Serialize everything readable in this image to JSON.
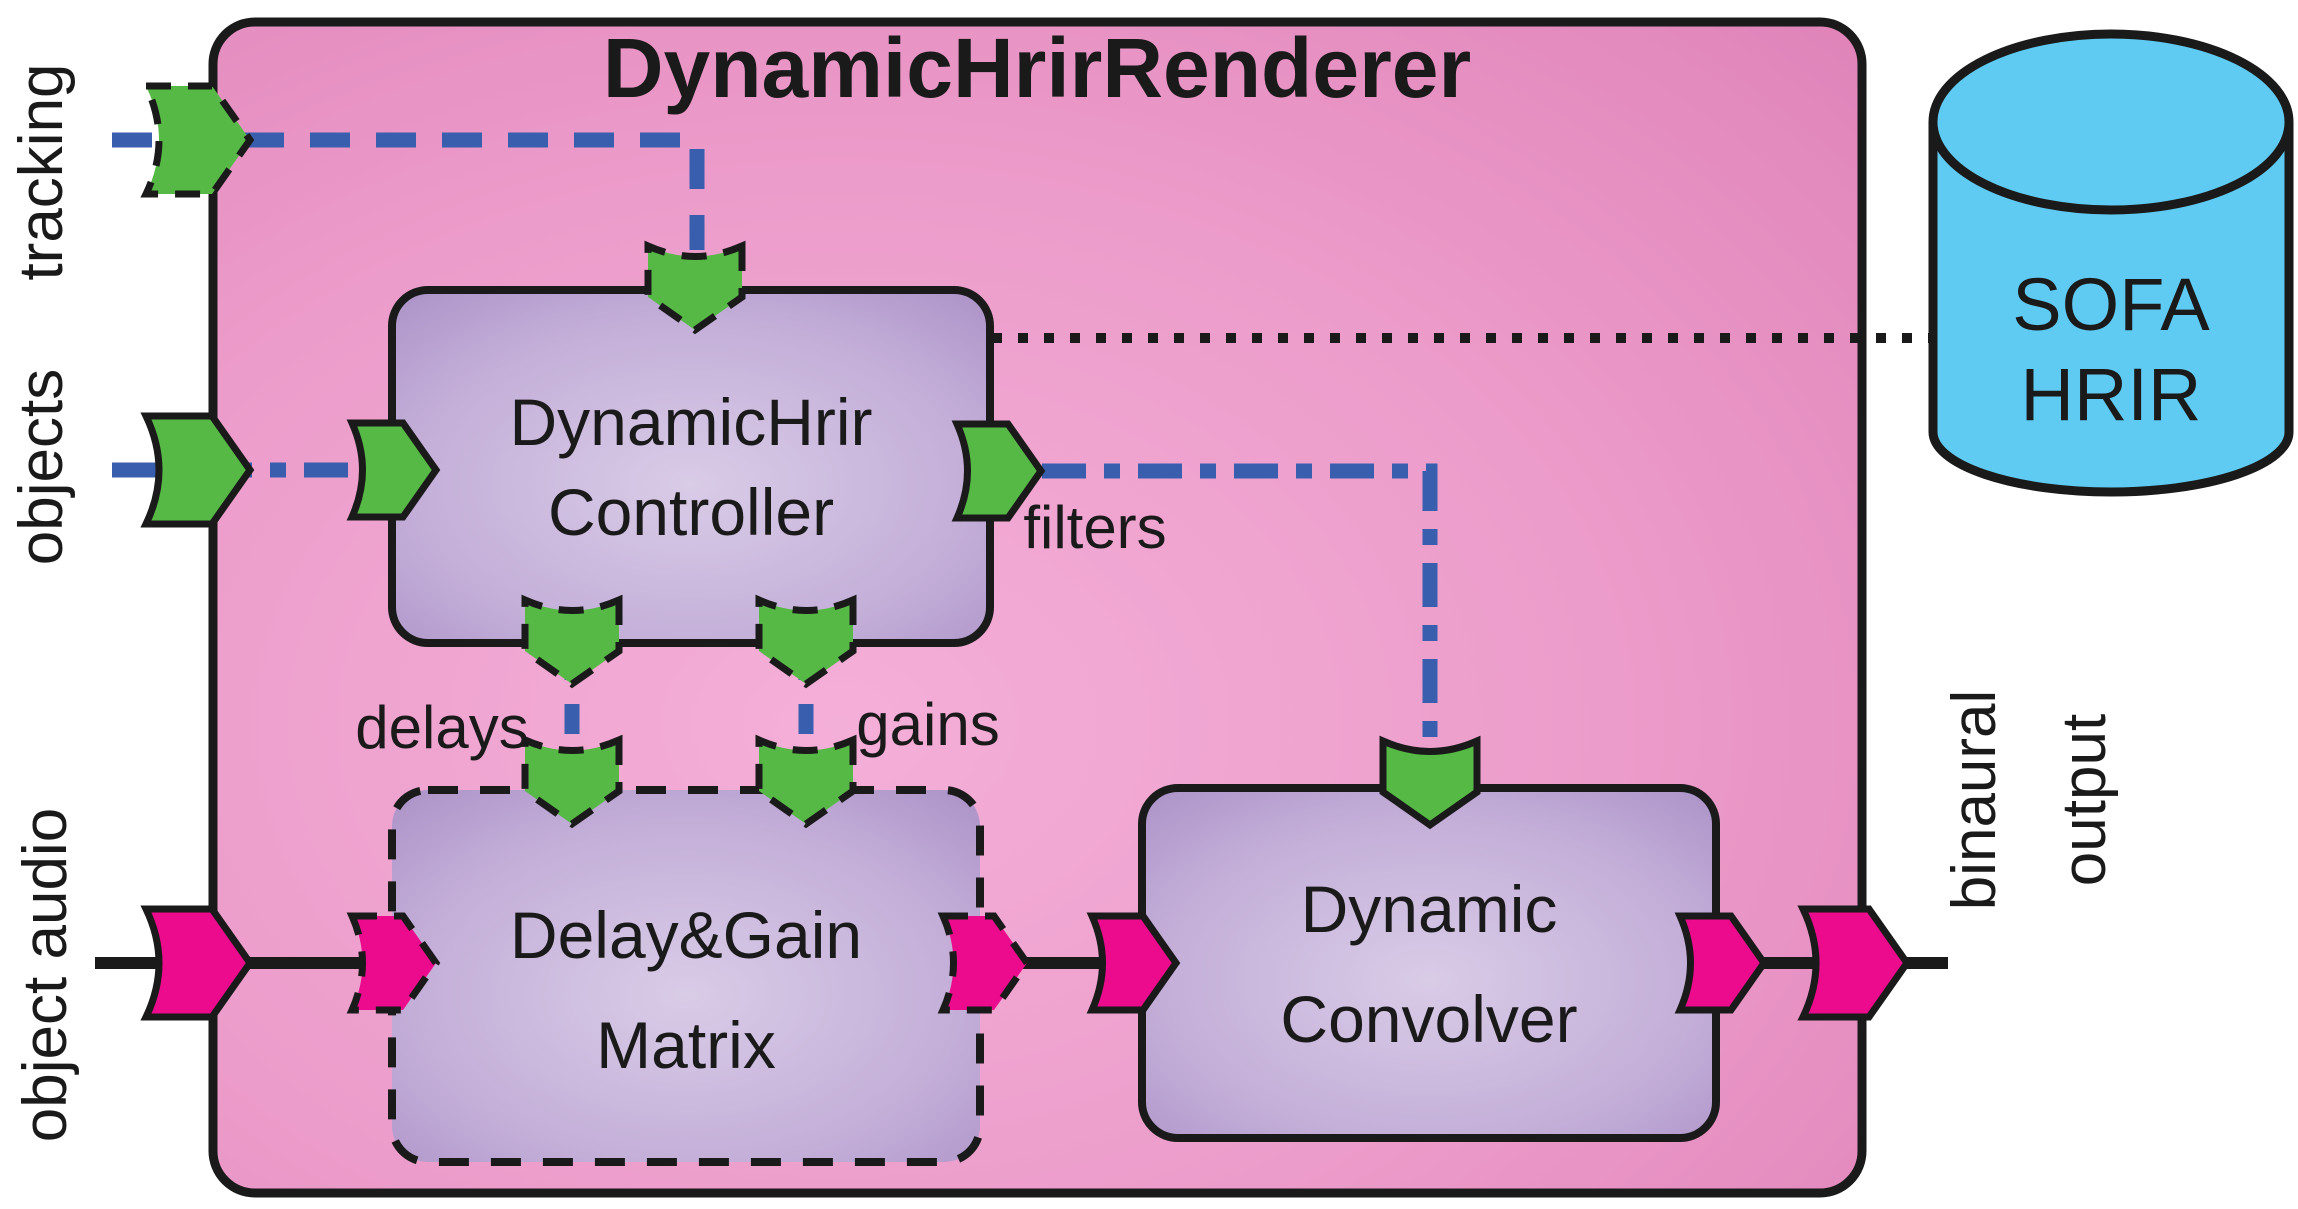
{
  "diagram": {
    "title": "DynamicHrirRenderer",
    "labels": {
      "tracking": "tracking",
      "objects": "objects",
      "object_audio": "object audio",
      "binaural_line1": "binaural",
      "binaural_line2": "output",
      "filters": "filters",
      "delays": "delays",
      "gains": "gains"
    },
    "blocks": {
      "controller": {
        "line1": "DynamicHrir",
        "line2": "Controller"
      },
      "matrix": {
        "line1": "Delay&Gain",
        "line2": "Matrix"
      },
      "convolver": {
        "line1": "Dynamic",
        "line2": "Convolver"
      },
      "database": {
        "line1": "SOFA",
        "line2": "HRIR"
      }
    },
    "colors": {
      "container_fill_pink": "#e893c4",
      "block_fill_purple": "#b89fcd",
      "control_arrow_green": "#56b845",
      "audio_arrow_magenta": "#ec0b8c",
      "control_line_blue": "#3a5eae",
      "database_fill_cyan": "#60cbf2",
      "outline_black": "#1a1a1a"
    }
  }
}
